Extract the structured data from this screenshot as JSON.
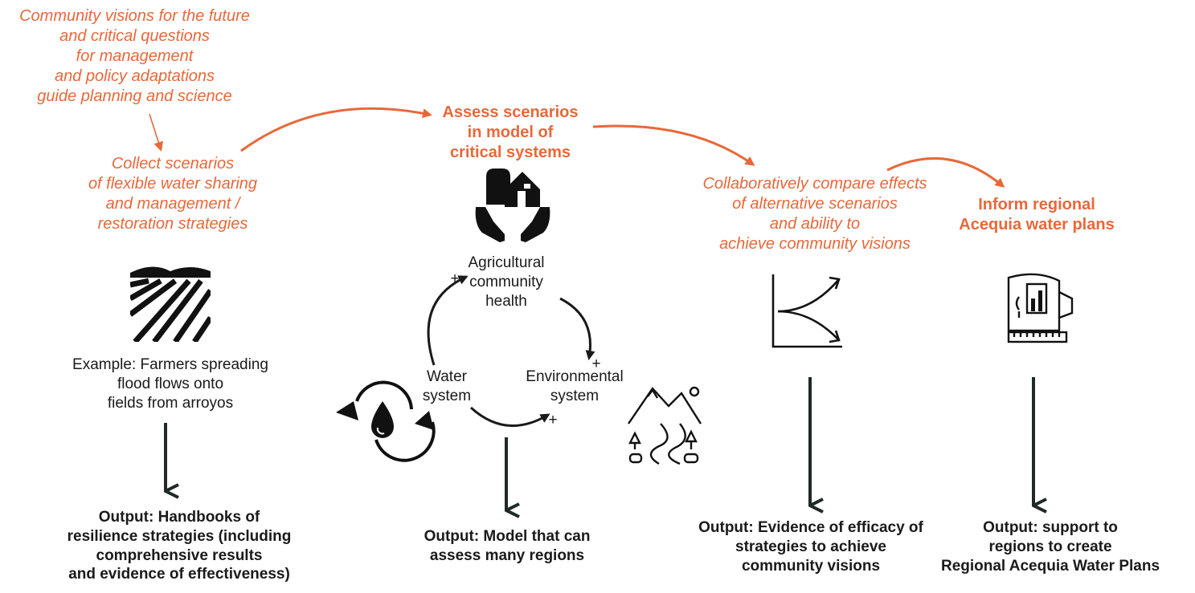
{
  "colors": {
    "accent": "#e8683a",
    "ink": "#1a1a1a",
    "arrow": "#1f2a28"
  },
  "stage1": {
    "intro": "Community visions for the future\nand critical questions\nfor management\nand policy adaptations\nguide planning and science",
    "collect": "Collect scenarios\nof flexible water sharing\nand management /\nrestoration strategies",
    "example": "Example: Farmers spreading\nflood flows onto\nfields from arroyos",
    "output": "Output: Handbooks of\nresilience strategies (including\ncomprehensive results\nand evidence of effectiveness)",
    "icon": "field-furrows-icon"
  },
  "stage2": {
    "title": "Assess scenarios\nin model of\ncritical systems",
    "node_agri": "Agricultural\ncommunity\nhealth",
    "node_water": "Water\nsystem",
    "node_env": "Environmental\nsystem",
    "plus": "+",
    "output": "Output: Model that can\nassess many regions",
    "icons": [
      "farm-hands-icon",
      "water-cycle-icon",
      "mountain-river-icon"
    ]
  },
  "stage3": {
    "text": "Collaboratively compare effects\nof alternative scenarios\nand ability to\nachieve community visions",
    "output": "Output: Evidence of efficacy of\nstrategies to achieve\ncommunity visions",
    "icon": "diverging-graph-icon"
  },
  "stage4": {
    "title": "Inform regional\nAcequia water plans",
    "output": "Output: support to\nregions to create\nRegional Acequia Water Plans",
    "icon": "blueprint-plan-icon"
  }
}
